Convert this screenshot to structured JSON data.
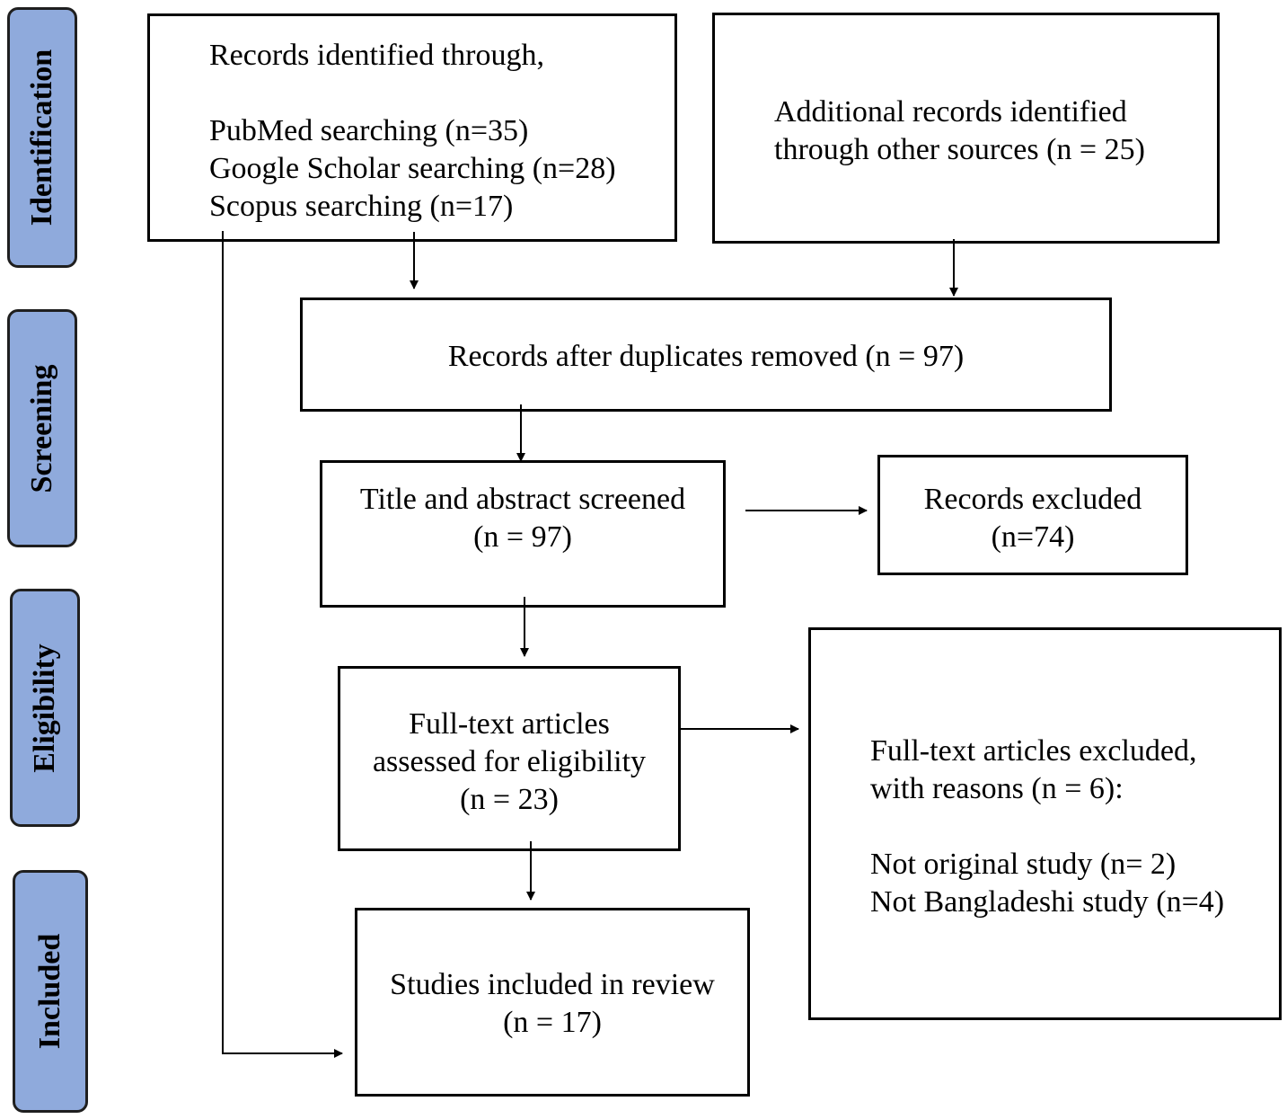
{
  "stages": {
    "identification": "Identification",
    "screening": "Screening",
    "eligibility": "Eligibility",
    "included": "Included"
  },
  "boxes": {
    "identified": {
      "intro": "Records identified through,",
      "pubmed": "PubMed searching (n=35)",
      "google": "Google Scholar searching (n=28)",
      "scopus": "Scopus searching (n=17)"
    },
    "additional": {
      "line1": "Additional records identified",
      "line2": "through other sources (n = 25)"
    },
    "duplicates": {
      "line1": "Records after duplicates removed (n = 97)"
    },
    "screened": {
      "line1": "Title and abstract screened",
      "line2": "(n = 97)"
    },
    "excluded": {
      "line1": "Records excluded",
      "line2": "(n=74)"
    },
    "fulltext": {
      "line1": "Full-text articles",
      "line2": "assessed for eligibility",
      "line3": "(n = 23)"
    },
    "fulltext_excluded": {
      "line1": "Full-text articles excluded,",
      "line2": "with reasons (n = 6):",
      "reason1": "Not original study (n= 2)",
      "reason2": "Not Bangladeshi study (n=4)"
    },
    "included": {
      "line1": "Studies included in review",
      "line2": "(n = 17)"
    }
  },
  "colors": {
    "stage_fill": "#8FAADC",
    "stage_border": "#1f1f1f",
    "box_border": "#000000"
  }
}
